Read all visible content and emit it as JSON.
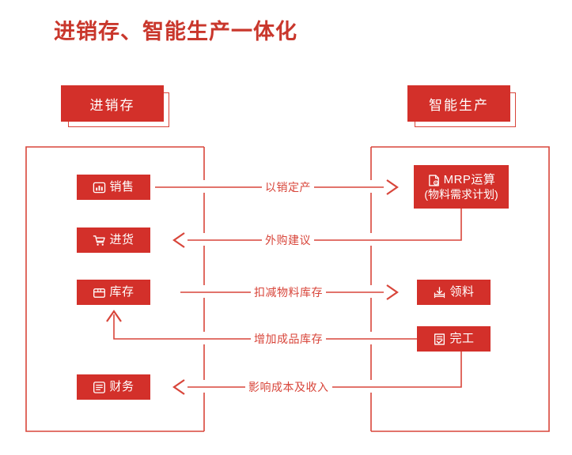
{
  "page": {
    "title": "进销存、智能生产一体化",
    "accent_red": "#D3302A",
    "line_red": "#D8453A",
    "background": "#FFFFFF"
  },
  "headers": {
    "left": {
      "label": "进销存"
    },
    "right": {
      "label": "智能生产"
    }
  },
  "left_column": {
    "nodes": [
      {
        "label": "销售",
        "icon": "bar-chart-icon"
      },
      {
        "label": "进货",
        "icon": "shopping-cart-icon"
      },
      {
        "label": "库存",
        "icon": "box-package-icon"
      },
      {
        "label": "财务",
        "icon": "finance-document-icon"
      }
    ]
  },
  "right_column": {
    "nodes": [
      {
        "label": "MRP运算",
        "sublabel": "(物料需求计划)",
        "icon": "document-gear-icon"
      },
      {
        "label": "领料",
        "sublabel": "",
        "icon": "requisition-tray-icon"
      },
      {
        "label": "完工",
        "sublabel": "",
        "icon": "completed-doc-icon"
      }
    ]
  },
  "connectors": [
    {
      "label": "以销定产",
      "from": "销售",
      "to": "MRP运算",
      "direction": "right"
    },
    {
      "label": "外购建议",
      "from": "MRP运算",
      "to": "进货",
      "direction": "left"
    },
    {
      "label": "扣减物料库存",
      "from": "库存",
      "to": "领料",
      "direction": "right"
    },
    {
      "label": "增加成品库存",
      "from": "完工",
      "to": "库存",
      "direction": "up-left"
    },
    {
      "label": "影响成本及收入",
      "from": "完工",
      "to": "财务",
      "direction": "left"
    }
  ]
}
